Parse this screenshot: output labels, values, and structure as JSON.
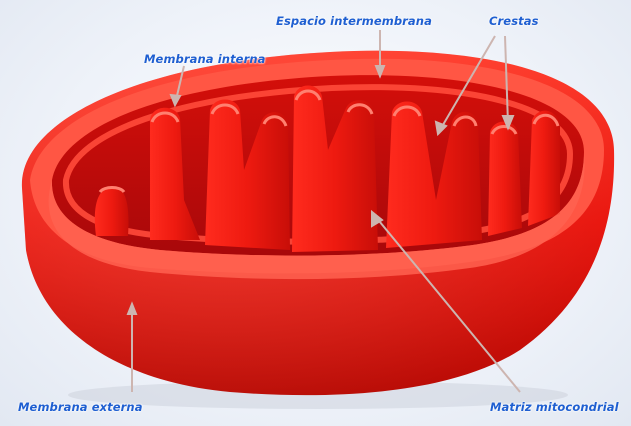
{
  "diagram": {
    "labels": {
      "espacio_intermembrana": "Espacio intermembrana",
      "crestas": "Crestas",
      "membrana_interna": "Membrana interna",
      "membrana_externa": "Membrana externa",
      "matriz_mitocondrial": "Matriz mitocondrial"
    },
    "colors": {
      "label": "#1f5fd1",
      "organelle": "#e8160f",
      "organelle_dark": "#b30a07",
      "organelle_light": "#ff5a4a",
      "pointer": "#c9a7a0"
    }
  }
}
